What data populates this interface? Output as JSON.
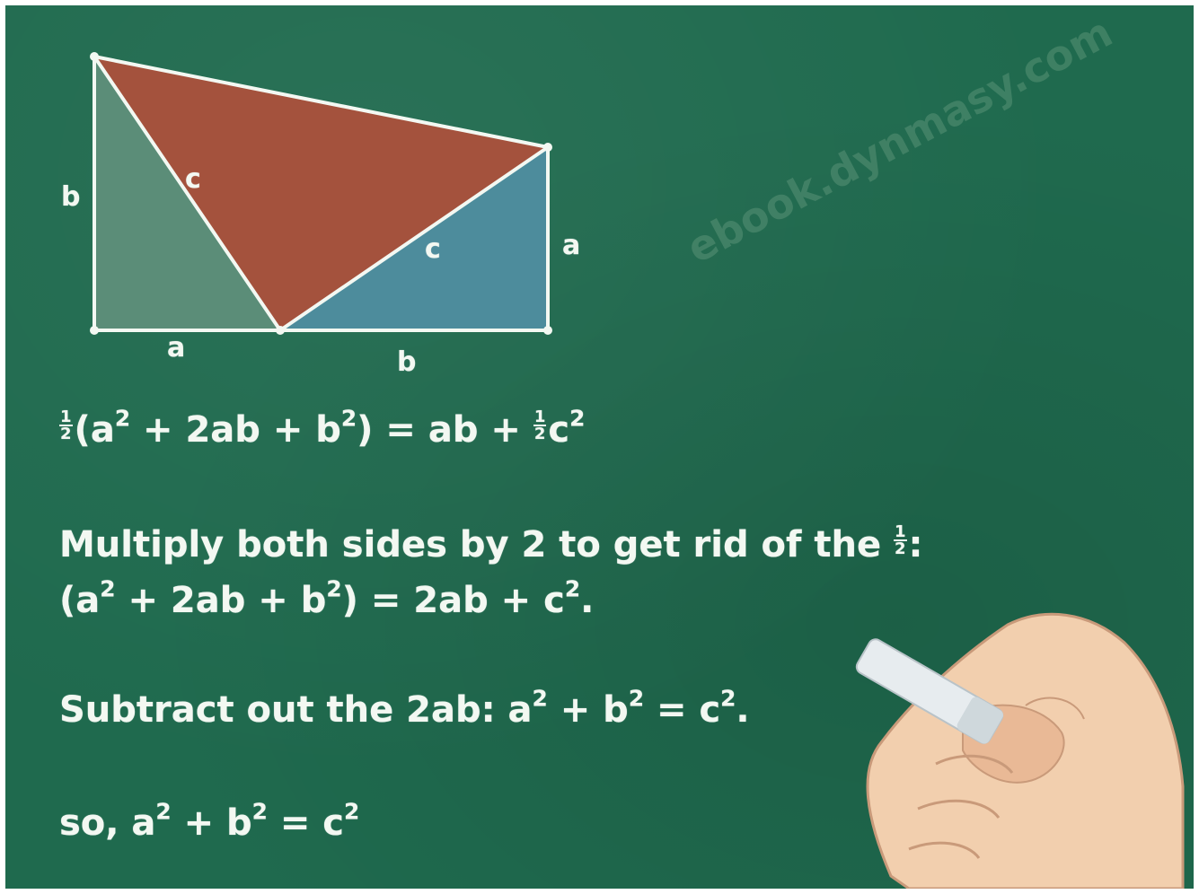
{
  "diagram": {
    "labels": {
      "left_side": "b",
      "hyp_left": "c",
      "hyp_right": "c",
      "right_side": "a",
      "bottom_left": "a",
      "bottom_right": "b"
    },
    "colors": {
      "board": "#1f6a4e",
      "chalk": "#f3f8f2",
      "left_triangle": "#5e8e7a",
      "top_triangle": "#a4523d",
      "right_triangle": "#4d8c9c"
    }
  },
  "equations": {
    "line1": {
      "frac_num": "1",
      "frac_den": "2",
      "part1": "(a",
      "exp1": "2",
      "part2": " + 2ab + b",
      "exp2": "2",
      "part3": ") = ab + ",
      "frac2_num": "1",
      "frac2_den": "2",
      "part4": "c",
      "exp3": "2"
    },
    "line2": {
      "text": "Multiply both sides by 2 to get rid of the ",
      "frac_num": "1",
      "frac_den": "2",
      "suffix": ":"
    },
    "line3": {
      "part1": "(a",
      "exp1": "2",
      "part2": " + 2ab + b",
      "exp2": "2",
      "part3": ") = 2ab + c",
      "exp3": "2",
      "part4": "."
    },
    "line4": {
      "part1": "Subtract out the 2ab: a",
      "exp1": "2",
      "part2": " + b",
      "exp2": "2",
      "part3": " = c",
      "exp3": "2",
      "part4": "."
    },
    "line5": {
      "part1": "so, a",
      "exp1": "2",
      "part2": " + b",
      "exp2": "2",
      "part3": " = c",
      "exp3": "2"
    }
  },
  "watermark": "ebook.dynmasy.com",
  "hand_icon": "chalk-hand-icon"
}
